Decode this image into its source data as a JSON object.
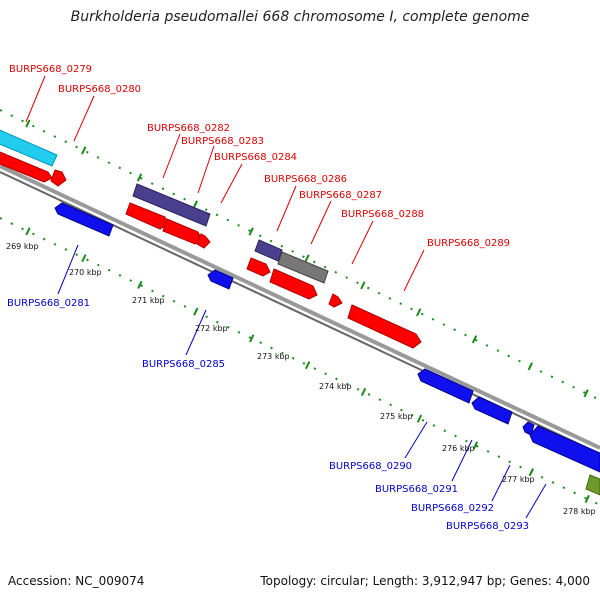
{
  "title": "Burkholderia pseudomallei 668 chromosome I, complete genome",
  "footer": {
    "accession": "Accession: NC_009074",
    "summary": "Topology: circular; Length: 3,912,947 bp; Genes: 4,000"
  },
  "colors": {
    "forward_cds": "#ff0000",
    "reverse_cds": "#1010ee",
    "highlight_cds": "#22ccee",
    "purple_cds": "#4a3f8c",
    "grey_cds": "#777777",
    "olive_cds": "#6e9a2a",
    "backbone": "#999999",
    "tick": "#1a8a1a",
    "forward_label": "#dd0000",
    "reverse_label": "#0000cc"
  },
  "scale_ticks": [
    {
      "label": "269 kbp"
    },
    {
      "label": "270 kbp"
    },
    {
      "label": "271 kbp"
    },
    {
      "label": "272 kbp"
    },
    {
      "label": "273 kbp"
    },
    {
      "label": "274 kbp"
    },
    {
      "label": "275 kbp"
    },
    {
      "label": "276 kbp"
    },
    {
      "label": "277 kbp"
    },
    {
      "label": "278 kbp"
    }
  ],
  "forward_labels": [
    {
      "text": "BURPS668_0279"
    },
    {
      "text": "BURPS668_0280"
    },
    {
      "text": "BURPS668_0282"
    },
    {
      "text": "BURPS668_0283"
    },
    {
      "text": "BURPS668_0284"
    },
    {
      "text": "BURPS668_0286"
    },
    {
      "text": "BURPS668_0287"
    },
    {
      "text": "BURPS668_0288"
    },
    {
      "text": "BURPS668_0289"
    }
  ],
  "reverse_labels": [
    {
      "text": "BURPS668_0281"
    },
    {
      "text": "BURPS668_0285"
    },
    {
      "text": "BURPS668_0290"
    },
    {
      "text": "BURPS668_0291"
    },
    {
      "text": "BURPS668_0292"
    },
    {
      "text": "BURPS668_0293"
    }
  ]
}
